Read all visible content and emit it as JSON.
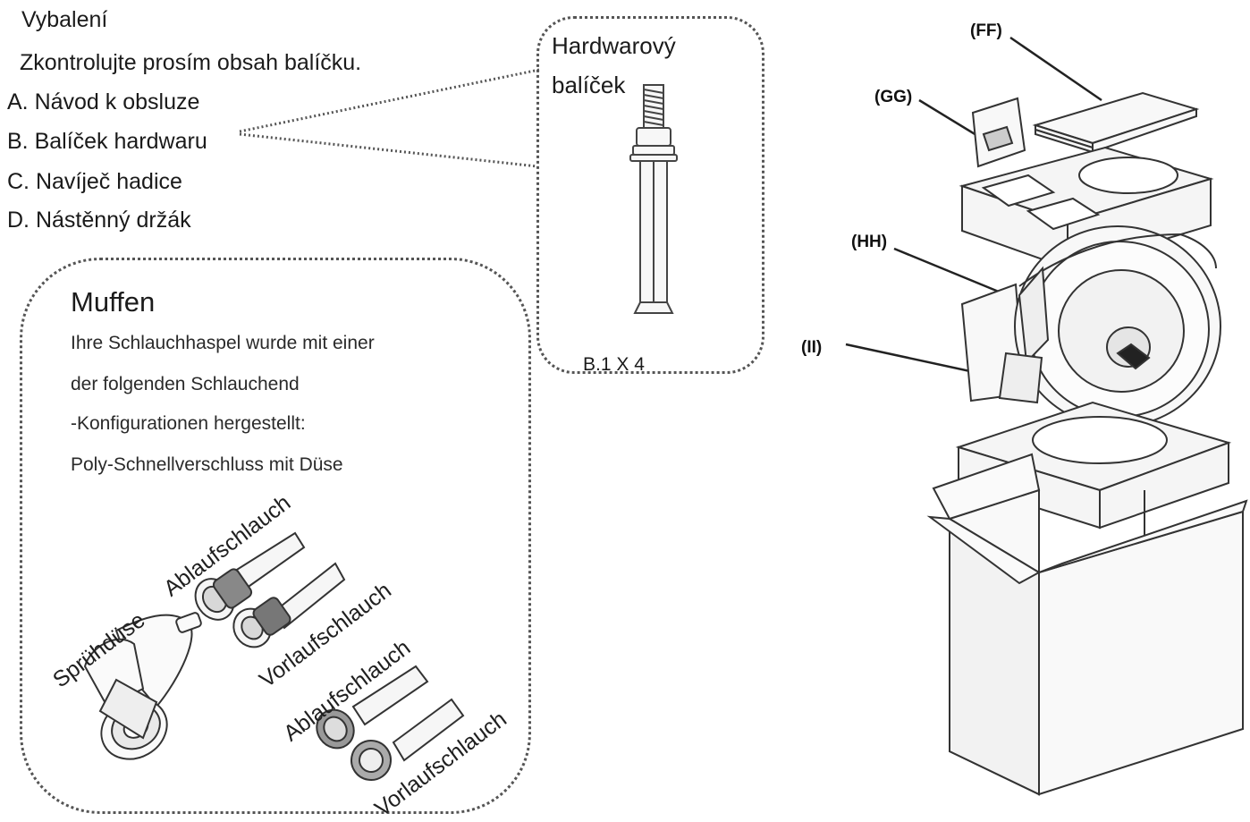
{
  "unpacking": {
    "heading": "Vybalení",
    "check_text": "Zkontrolujte prosím obsah balíčku.",
    "items": [
      {
        "label": "A. Návod k obsluze"
      },
      {
        "label": "B. Balíček hardwaru"
      },
      {
        "label": "C. Navíječ hadice"
      },
      {
        "label": "D. Nástěnný držák"
      }
    ]
  },
  "hardware_pack": {
    "title_line1": "Hardwarový",
    "title_line2": "balíček",
    "quantity": "B.1 X 4"
  },
  "muffen": {
    "title": "Muffen",
    "lines": [
      "Ihre Schlauchhaspel wurde mit einer",
      "der folgenden Schlauchend",
      "-Konfigurationen hergestellt:",
      "Poly-Schnellverschluss mit Düse"
    ],
    "part_labels": {
      "spray_nozzle": "Sprühdüse",
      "drain_hose_1": "Ablaufschlauch",
      "supply_hose_1": "Vorlaufschlauch",
      "drain_hose_2": "Ablaufschlauch",
      "supply_hose_2": "Vorlaufschlauch"
    }
  },
  "callouts": {
    "ff": "(FF)",
    "gg": "(GG)",
    "hh": "(HH)",
    "ii": "(II)"
  },
  "colors": {
    "line": "#333333",
    "fill_light": "#f4f4f4",
    "text": "#1b1b1b"
  }
}
